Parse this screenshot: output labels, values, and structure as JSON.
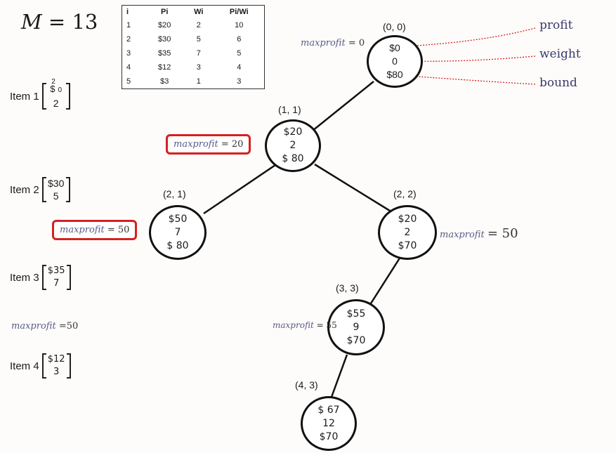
{
  "capacity": {
    "symbol": "M",
    "equals": "=",
    "value": "13"
  },
  "table": {
    "headers": [
      "i",
      "Pi",
      "Wi",
      "Pi/Wi"
    ],
    "rows": [
      [
        "1",
        "$20",
        "2",
        "10"
      ],
      [
        "2",
        "$30",
        "5",
        "6"
      ],
      [
        "3",
        "$35",
        "7",
        "5"
      ],
      [
        "4",
        "$12",
        "3",
        "4"
      ],
      [
        "5",
        "$3",
        "1",
        "3"
      ]
    ]
  },
  "items": [
    {
      "label": "Item 1",
      "top": "$",
      "top_sup": "2",
      "top_extra": "0",
      "bottom": "2"
    },
    {
      "label": "Item 2",
      "top": "$30",
      "bottom": "5"
    },
    {
      "label": "Item 3",
      "top": "$35",
      "bottom": "7"
    },
    {
      "label": "Item 4",
      "top": "$12",
      "bottom": "3"
    }
  ],
  "loose_maxprofit": {
    "label": "maxprofit",
    "eq": "=",
    "value": "50"
  },
  "nodes": [
    {
      "id": "(0, 0)",
      "profit": "$0",
      "weight": "0",
      "bound": "$80",
      "maxprofit_label": "maxprofit",
      "maxprofit_value": "= 0"
    },
    {
      "id": "(1, 1)",
      "profit": "$20",
      "weight": "2",
      "bound": "$ 80",
      "maxprofit_label": "maxprofit",
      "maxprofit_value": "= 20"
    },
    {
      "id": "(2, 1)",
      "profit": "$50",
      "weight": "7",
      "bound": "$ 80",
      "maxprofit_label": "maxprofit",
      "maxprofit_value": "= 50"
    },
    {
      "id": "(2, 2)",
      "profit": "$20",
      "weight": "2",
      "bound": "$70",
      "maxprofit_label": "maxprofit",
      "maxprofit_value": "= 50"
    },
    {
      "id": "(3, 3)",
      "profit": "$55",
      "weight": "9",
      "bound": "$70",
      "maxprofit_label": "maxprofit",
      "maxprofit_value": "= 55"
    },
    {
      "id": "(4, 3)",
      "profit": "$ 67",
      "weight": "12",
      "bound": "$70"
    }
  ],
  "legend": {
    "profit": "profit",
    "weight": "weight",
    "bound": "bound"
  },
  "colors": {
    "highlight_box": "#d62020",
    "arrow": "#d62020",
    "maxprofit_text": "#5a5a8a",
    "legend_text": "#3a3a6a"
  }
}
